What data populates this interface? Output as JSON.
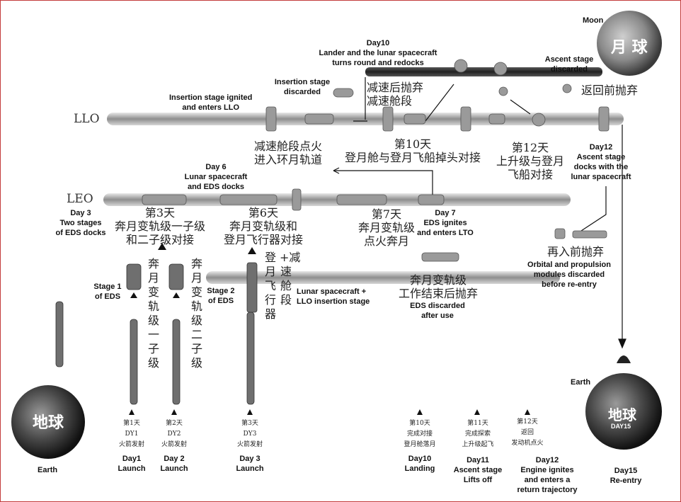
{
  "orbits": {
    "llo": "LLO",
    "leo": "LEO"
  },
  "bodies": {
    "moon_en": "Moon",
    "moon_zh": "月 球",
    "earth_left_en": "Earth",
    "earth_left_zh": "地球",
    "earth_right_en": "Earth",
    "earth_right_zh": "地球"
  },
  "top": {
    "day10_redock": "Day10\nLander and the lunar spacecraft\nturns round and redocks",
    "ascent_discarded": "Ascent stage\ndiscarded",
    "zh_return_discard": "返回前抛弃",
    "insertion_discarded": "Insertion stage\ndiscarded",
    "zh_decel_discard": "减速后抛弃\n减速舱段",
    "insertion_ignited": "Insertion stage ignited\nand enters LLO",
    "zh_decel_ignite": "减速舱段点火\n进入环月轨道",
    "zh_day10_dock": "第10天\n登月舱与登月飞船掉头对接",
    "zh_day12_dock": "第12天\n上升级与登月\n飞船对接",
    "day12_docks": "Day12\nAscent stage\ndocks with the\nlunar spacecraft"
  },
  "leo": {
    "day6_docks": "Day 6\nLunar spacecraft\nand EDS docks",
    "day3_docks": "Day 3\nTwo stages\nof EDS docks",
    "zh_day3": "第3天\n奔月变轨级一子级\n和二子级对接",
    "zh_day6": "第6天\n奔月变轨级和\n登月飞行器对接",
    "zh_day7": "第7天\n奔月变轨级\n点火奔月",
    "day7_ignites": "Day 7\nEDS ignites\nand enters LTO"
  },
  "middle": {
    "zh_reentry_discard": "再入前抛弃",
    "orbital_discarded": "Orbital and propulsion\nmodules discarded\nbefore re-entry",
    "stage1": "Stage 1\nof EDS",
    "zh_stage1": "奔月变轨级一子级",
    "zh_stage2": "奔月变轨级二子级",
    "stage2": "Stage 2\nof EDS",
    "zh_lander_decel": "登月飞行器",
    "zh_plus_decel": "+减速舱段",
    "lunar_insertion": "Lunar spacecraft +\nLLO insertion stage",
    "zh_eds_discard": "奔月变轨级\n工作结束后抛弃",
    "eds_discarded": "EDS discarded\nafter use"
  },
  "timeline": [
    {
      "zh": "第1天\nDY1\n火箭发射",
      "en": "Day1\nLaunch"
    },
    {
      "zh": "第2天\nDY2\n火箭发射",
      "en": "Day 2\nLaunch"
    },
    {
      "zh": "第3天\nDY3\n火箭发射",
      "en": "Day 3\nLaunch"
    },
    {
      "zh": "第10天\n完成对接\n登月舱落月",
      "en": "Day10\nLanding"
    },
    {
      "zh": "第11天\n完成探索\n上升级起飞",
      "en": "Day11\nAscent stage\nLifts off"
    },
    {
      "zh": "第12天\n返回\n发动机点火",
      "en": "Day12\nEngine ignites\nand enters a\nreturn trajectory"
    },
    {
      "zh": "",
      "en": "Day15\nRe-entry"
    }
  ],
  "earth_right_overlay": "DAY15"
}
